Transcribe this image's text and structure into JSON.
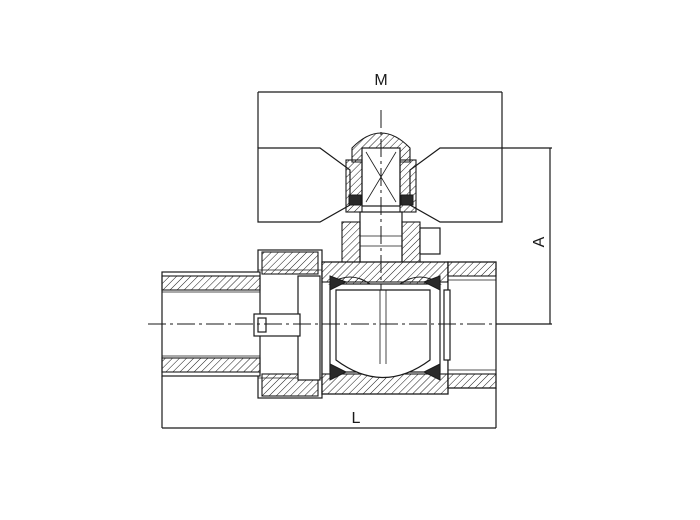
{
  "dimensions": {
    "overall_width_label": "M",
    "height_label": "A",
    "length_label": "L"
  }
}
